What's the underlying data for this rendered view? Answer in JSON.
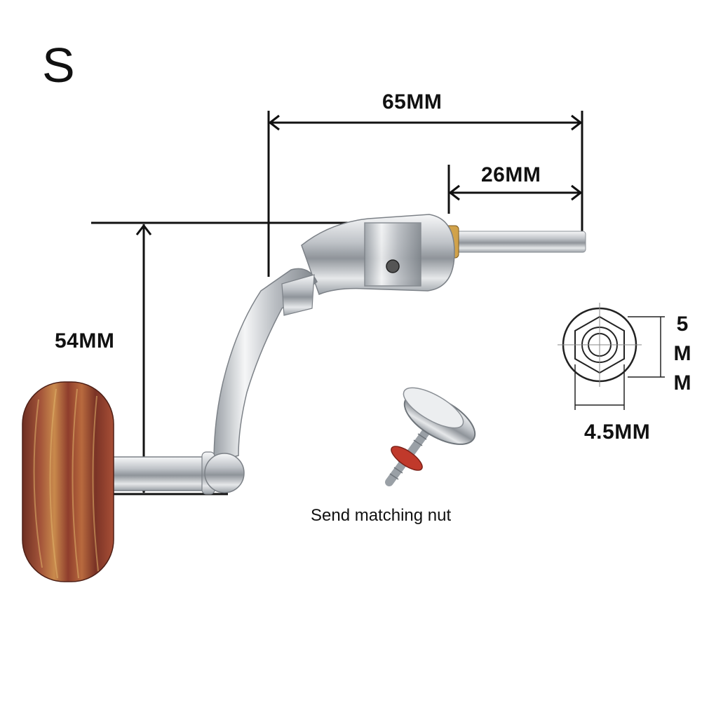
{
  "size_label": "S",
  "dimensions": {
    "total_length": "65MM",
    "shaft_length": "26MM",
    "arm_height": "54MM",
    "hex_width": "4.5MM",
    "hex_height": [
      "5",
      "M",
      "M"
    ]
  },
  "caption": "Send matching nut",
  "colors": {
    "line": "#111111",
    "chrome": "#c9ccd0",
    "wood": "#8a3b2a"
  }
}
